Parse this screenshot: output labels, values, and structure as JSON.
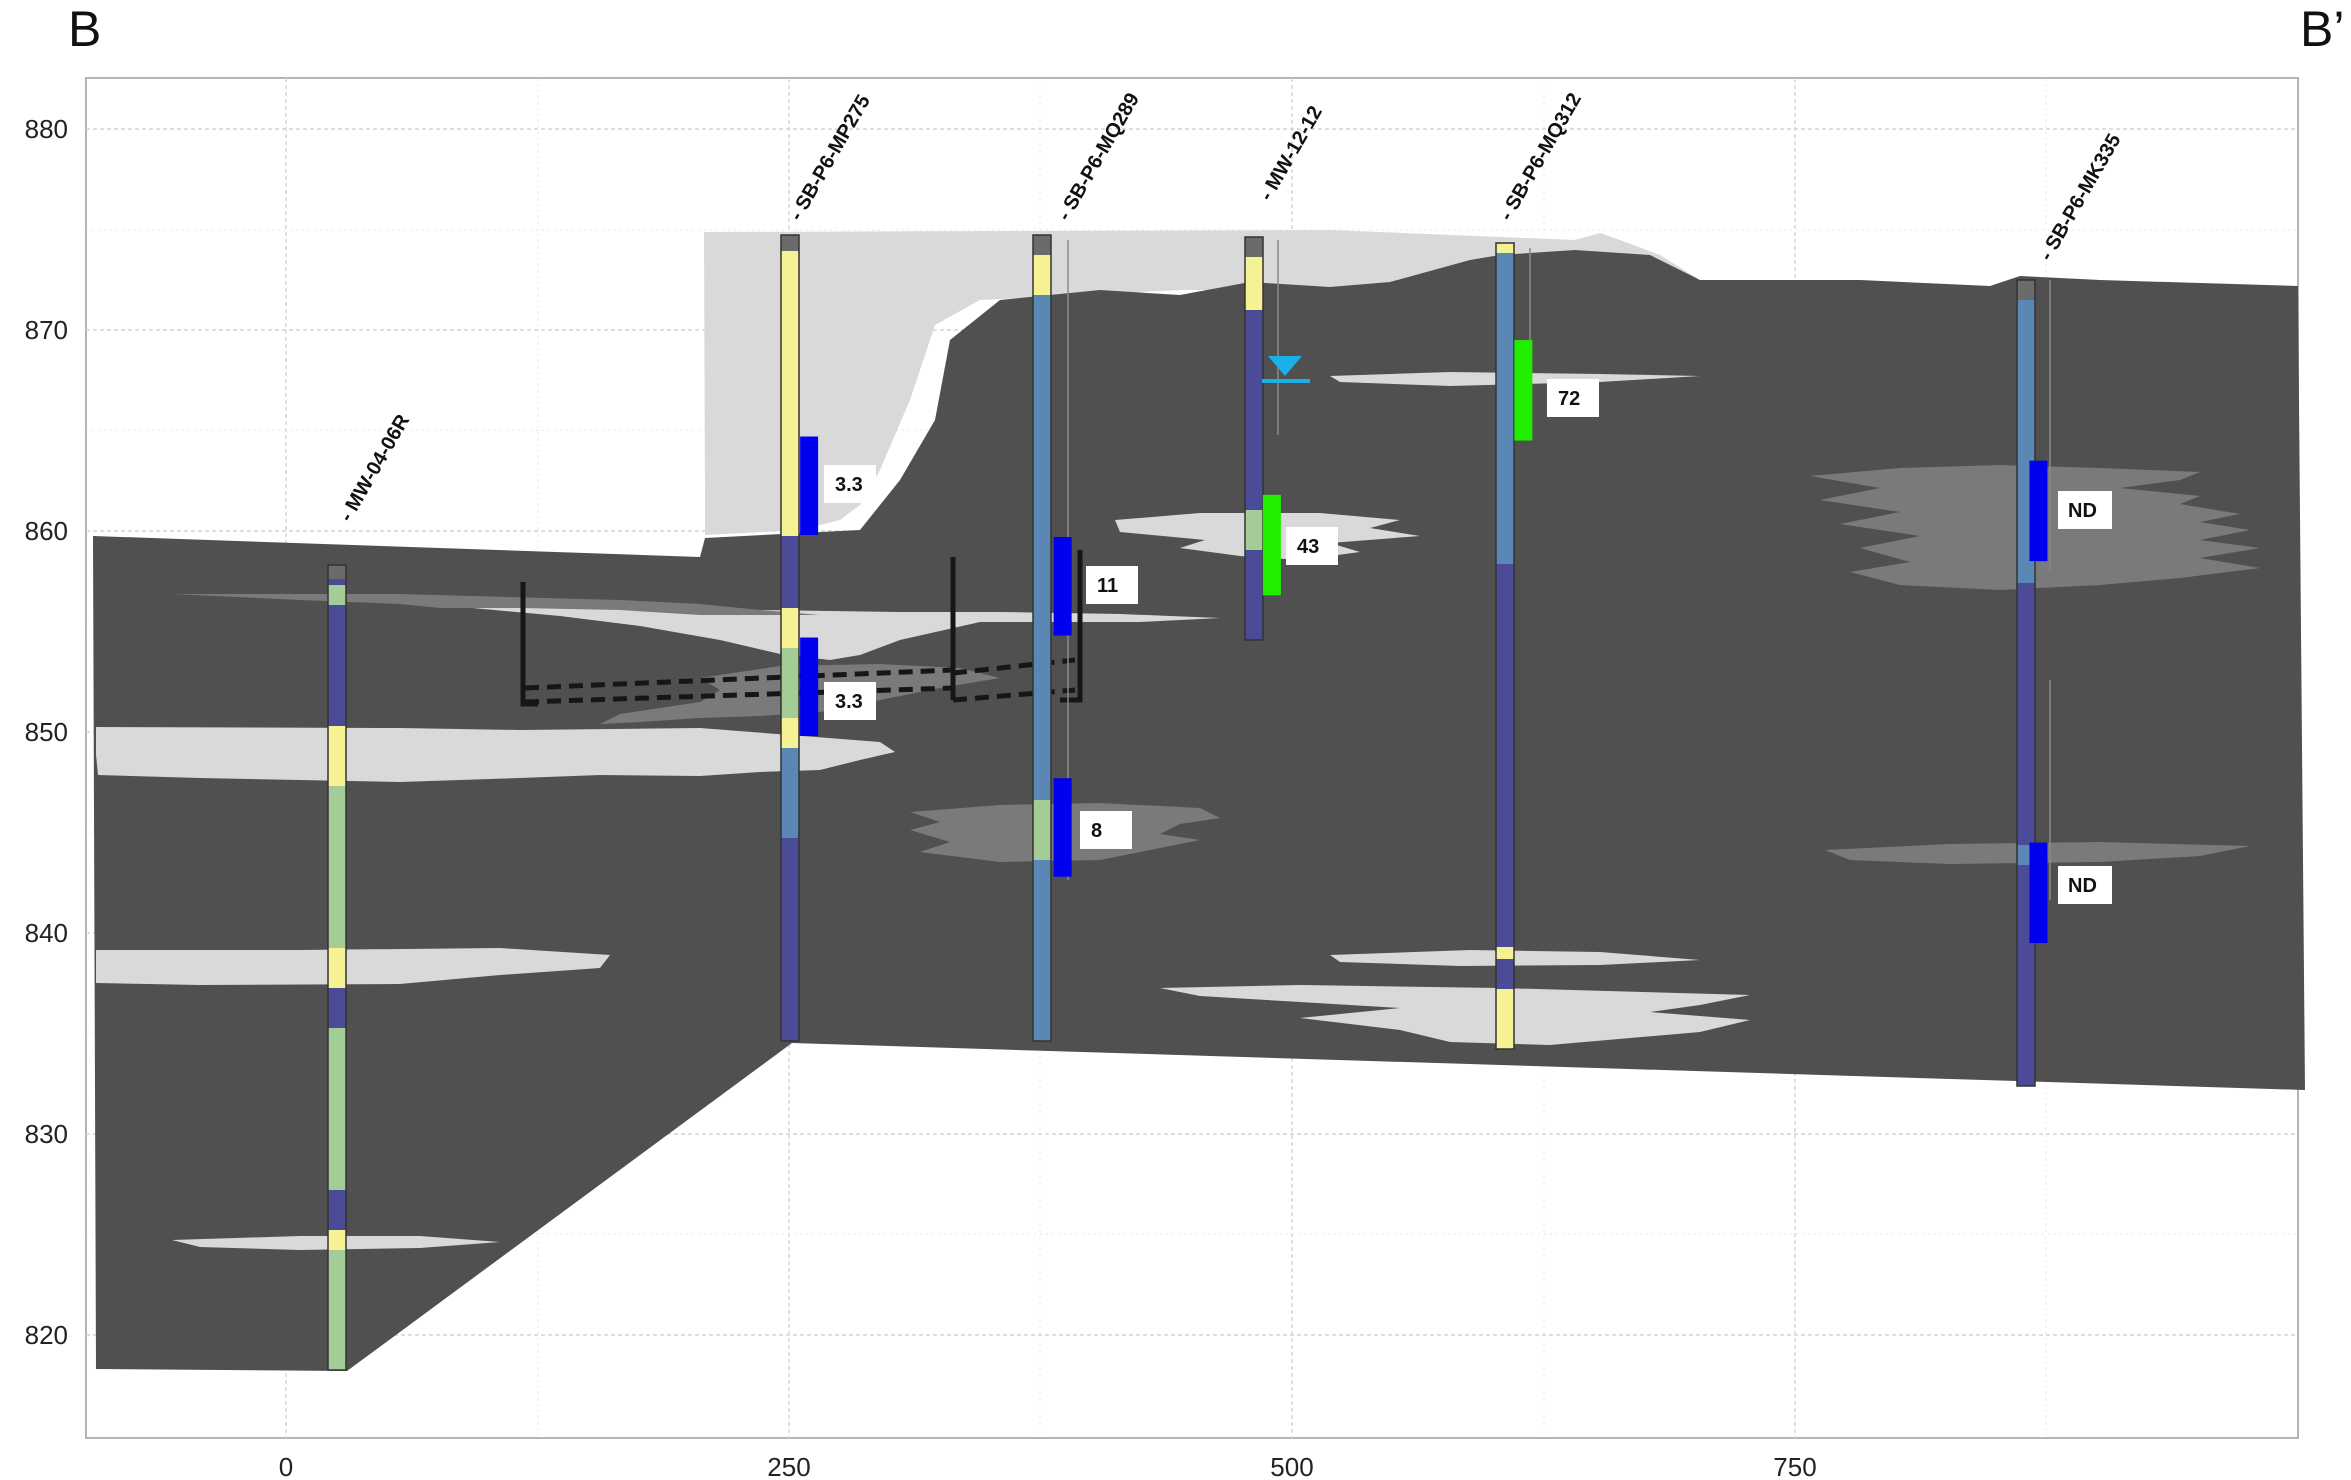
{
  "section": {
    "start_label": "B",
    "end_label": "B’"
  },
  "axes": {
    "x_ticks": [
      "0",
      "250",
      "500",
      "750"
    ],
    "y_ticks": [
      "880",
      "870",
      "860",
      "850",
      "840",
      "830",
      "820"
    ],
    "x_range": [
      -100,
      1000
    ],
    "y_range": [
      815,
      882.5
    ],
    "grid": true
  },
  "borings": [
    {
      "id": "mw0406r",
      "name": "- MW-04-06R",
      "x": 30,
      "top": 858.5,
      "bottom": 818.5
    },
    {
      "id": "mp275",
      "name": "- SB-P6-MP275",
      "x": 250,
      "top": 874.8,
      "bottom": 835
    },
    {
      "id": "mq289",
      "name": "- SB-P6-MQ289",
      "x": 375,
      "top": 874.8,
      "bottom": 835
    },
    {
      "id": "mw1212",
      "name": "- MW-12-12",
      "x": 480,
      "top": 874.8,
      "bottom": 854.5
    },
    {
      "id": "mq312",
      "name": "- SB-P6-MQ312",
      "x": 605,
      "top": 874.5,
      "bottom": 834.5
    },
    {
      "id": "mk335",
      "name": "- SB-P6-MK335",
      "x": 860,
      "top": 872.5,
      "bottom": 832.5
    }
  ],
  "samples": [
    {
      "id": "mp275-upper",
      "value": "3.3",
      "color": "#0000ee",
      "x": 260,
      "top": 864.7,
      "bottom": 859.8
    },
    {
      "id": "mp275-lower",
      "value": "3.3",
      "color": "#0000ee",
      "x": 260,
      "top": 854.7,
      "bottom": 849.8
    },
    {
      "id": "mq289-upper",
      "value": "11",
      "color": "#0000ee",
      "x": 386,
      "top": 859.7,
      "bottom": 854.8
    },
    {
      "id": "mq289-lower",
      "value": "8",
      "color": "#0000ee",
      "x": 386,
      "top": 847.7,
      "bottom": 842.8
    },
    {
      "id": "mw1212",
      "value": "43",
      "color": "#22ee00",
      "x": 490,
      "top": 861.8,
      "bottom": 856.8
    },
    {
      "id": "mq312",
      "value": "72",
      "color": "#22ee00",
      "x": 615,
      "top": 869.5,
      "bottom": 864.5
    },
    {
      "id": "mk335-upper",
      "value": "ND",
      "color": "#0000ee",
      "x": 871,
      "top": 863.5,
      "bottom": 858.5
    },
    {
      "id": "mk335-lower",
      "value": "ND",
      "color": "#0000ee",
      "x": 871,
      "top": 844.5,
      "bottom": 839.5
    }
  ],
  "water_table": {
    "x": 496,
    "elevation": 867.5,
    "color": "#1ab0e8"
  },
  "colors": {
    "background_unit": "#505050",
    "light_lens": "#d9d9d9",
    "mid_lens": "#7a7a7a",
    "log_sand": "#f5f294",
    "log_silt": "#a3cc97",
    "log_clay": "#4b4b98",
    "log_loam": "#5b87b5",
    "log_fill": "#6b6b6b"
  }
}
